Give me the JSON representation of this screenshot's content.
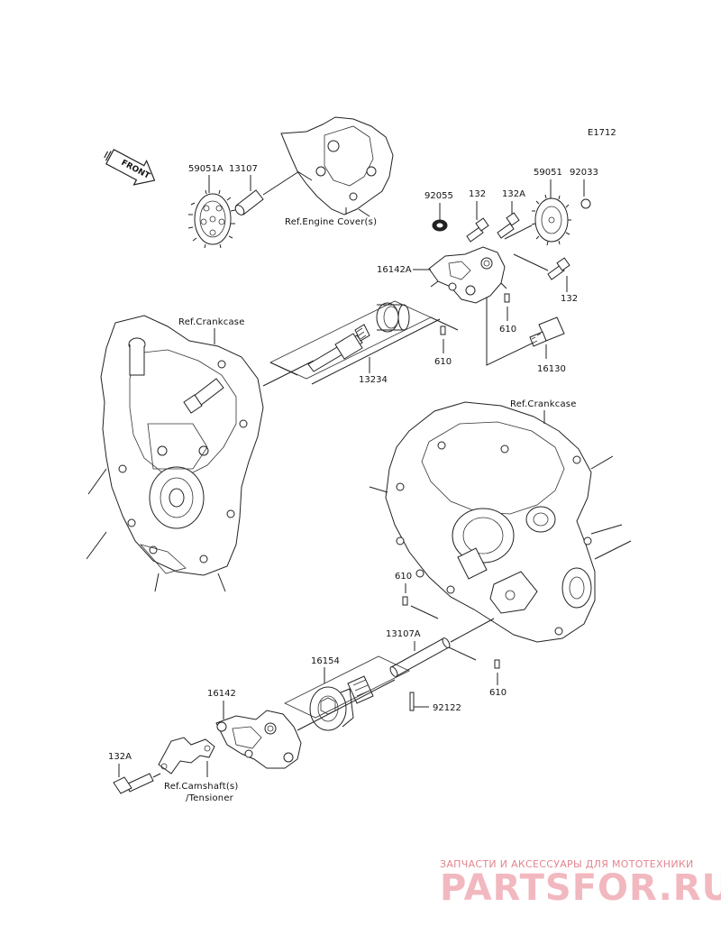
{
  "diagram_code": "E1712",
  "front_label": "FRONT",
  "labels": {
    "p59051A": "59051A",
    "p13107": "13107",
    "ref_engine_cover": "Ref.Engine Cover(s)",
    "p92055": "92055",
    "p132_top": "132",
    "p132A_top": "132A",
    "p59051": "59051",
    "p92033": "92033",
    "p16142A": "16142A",
    "p132_right": "132",
    "p610_right": "610",
    "p16130": "16130",
    "ref_crankcase_left": "Ref.Crankcase",
    "p610_mid": "610",
    "p13234": "13234",
    "ref_crankcase_right": "Ref.Crankcase",
    "p610_low": "610",
    "p13107A": "13107A",
    "p16154": "16154",
    "p610_bottom": "610",
    "p16142": "16142",
    "p92122": "92122",
    "p132A_bottom": "132A",
    "ref_camshaft_1": "Ref.Camshaft(s)",
    "ref_camshaft_2": "/Tensioner"
  },
  "watermark": {
    "caption": "ЗАПЧАСТИ И АКСЕССУАРЫ ДЛЯ МОТОТЕХНИКИ",
    "brand": "PARTSFOR.RU"
  },
  "colors": {
    "line": "#222222",
    "watermark_caption": "#e2858f",
    "watermark_brand": "#f2b8bf"
  }
}
